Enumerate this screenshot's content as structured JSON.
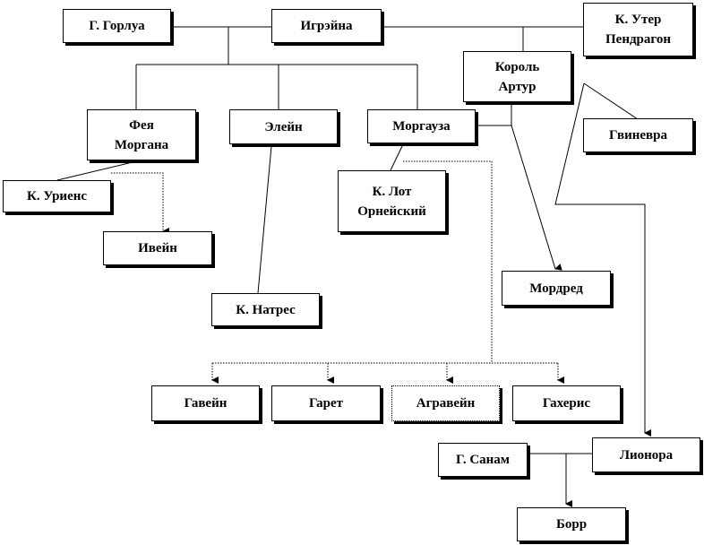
{
  "people": {
    "gorlua": "Г. Горлуа",
    "igreina": "Игрэйна",
    "uter_line1": "К. Утер",
    "uter_line2": "Пендрагон",
    "arthur_line1": "Король",
    "arthur_line2": "Артур",
    "morgana_line1": "Фея",
    "morgana_line2": "Моргана",
    "elein": "Элейн",
    "morgauza": "Моргауза",
    "gvinevra": "Гвиневра",
    "uriens": "К. Уриенс",
    "lot_line1": "К. Лот",
    "lot_line2": "Орнейский",
    "ivein": "Ивейн",
    "mordred": "Мордред",
    "natres": "К. Натрес",
    "gavein": "Гавейн",
    "garet": "Гарет",
    "agravein": "Агравейн",
    "gaheris": "Гахерис",
    "sanam": "Г. Санам",
    "lionora": "Лионора",
    "borr": "Борр"
  },
  "colors": {
    "line": "#000000",
    "box_border": "#000000",
    "box_fill": "#ffffff"
  }
}
